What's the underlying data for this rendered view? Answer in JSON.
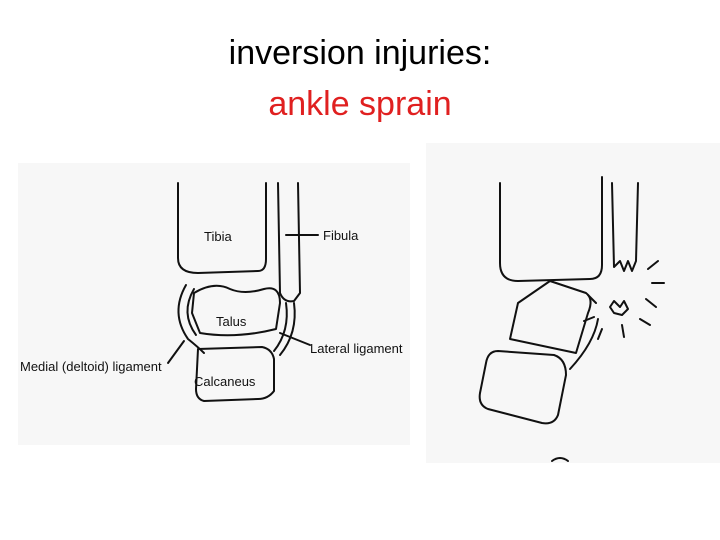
{
  "title": {
    "line1": "inversion injuries:",
    "line2": "ankle sprain",
    "line2_color": "#e02020"
  },
  "left_diagram": {
    "labels": {
      "tibia": "Tibia",
      "fibula": "Fibula",
      "talus": "Talus",
      "lateral_ligament": "Lateral ligament",
      "medial_ligament": "Medial (deltoid) ligament",
      "calcaneus": "Calcaneus"
    }
  },
  "colors": {
    "ink": "#111111",
    "panel_bg": "#f7f7f7"
  }
}
